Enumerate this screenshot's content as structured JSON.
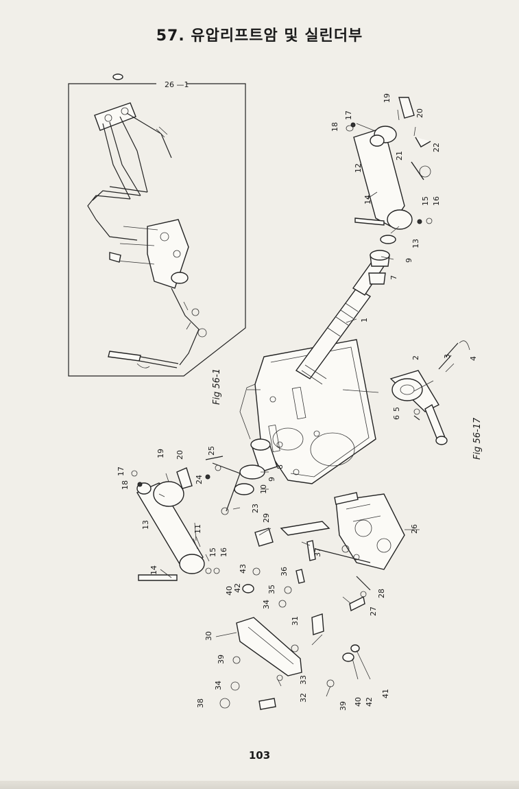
{
  "title": "57. 유압리프트암 및 실린더부",
  "page_number": "103",
  "inset_label": "26 —1",
  "figure_refs": {
    "fig_56_1": "Fig 56-1",
    "fig_56_17": "Fig 56-17"
  },
  "callouts": [
    "1",
    "2",
    "3",
    "4",
    "5",
    "6",
    "7",
    "8",
    "9",
    "9",
    "10",
    "11",
    "12",
    "13",
    "13",
    "14",
    "14",
    "15",
    "15",
    "16",
    "16",
    "17",
    "17",
    "18",
    "18",
    "19",
    "19",
    "20",
    "20",
    "21",
    "22",
    "23",
    "24",
    "25",
    "26",
    "27",
    "28",
    "29",
    "30",
    "31",
    "32",
    "33",
    "34",
    "34",
    "35",
    "36",
    "37",
    "38",
    "39",
    "39",
    "40",
    "40",
    "41",
    "42",
    "42",
    "43"
  ]
}
